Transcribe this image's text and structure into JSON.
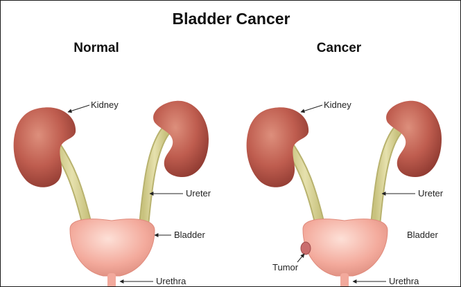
{
  "title": "Bladder Cancer",
  "panels": {
    "normal": {
      "heading": "Normal",
      "labels": {
        "kidney": "Kidney",
        "ureter": "Ureter",
        "bladder": "Bladder",
        "urethra": "Urethra"
      }
    },
    "cancer": {
      "heading": "Cancer",
      "labels": {
        "kidney": "Kidney",
        "ureter": "Ureter",
        "bladder": "Bladder",
        "urethra": "Urethra",
        "tumor": "Tumor"
      }
    }
  },
  "colors": {
    "kidney": "#b9564a",
    "kidney_highlight": "#d98b78",
    "ureter": "#d9d49a",
    "bladder": "#f2a99c",
    "bladder_highlight": "#fbd3c9",
    "tumor": "#c96d6d",
    "text": "#111111"
  }
}
